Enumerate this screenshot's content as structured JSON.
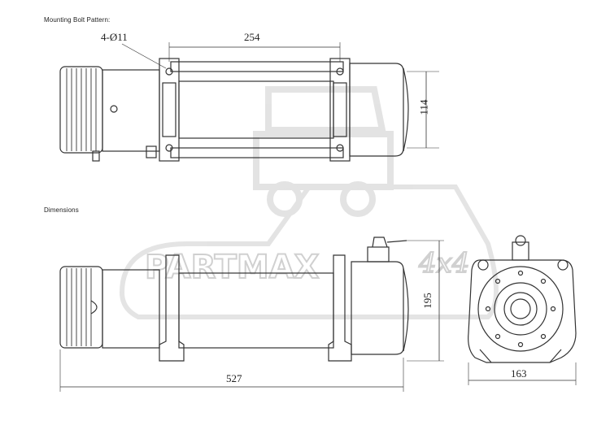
{
  "labels": {
    "mounting_bolt_pattern": "Mounting Bolt Pattern:",
    "dimensions": "Dimensions"
  },
  "dims": {
    "bolt_holes": "4-Ø11",
    "bolt_spacing_x": "254",
    "bolt_spacing_y": "114",
    "overall_length": "527",
    "overall_height": "195",
    "end_width": "163"
  },
  "watermark": {
    "brand": "PARTMAX",
    "suffix": "4x4"
  }
}
